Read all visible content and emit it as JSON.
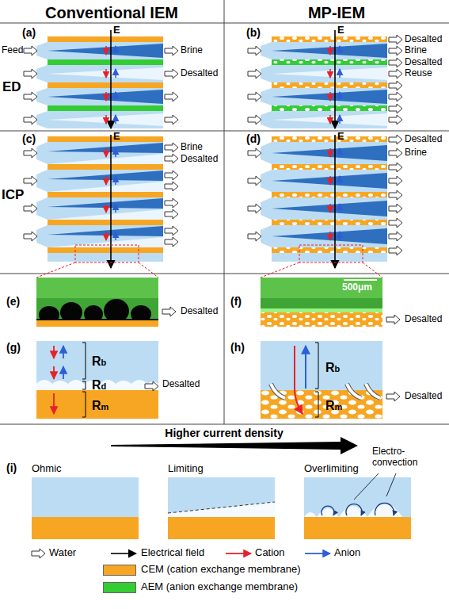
{
  "diagram": {
    "labels": [
      "Conventional IEM",
      "MP-IEM",
      "ED",
      "(a)",
      "E",
      "Feed",
      "Brine",
      "Desalted",
      "(b)",
      "E",
      "Desalted",
      "Brine",
      "Desalted",
      "Reuse",
      "ICP",
      "(c)",
      "E",
      "Brine",
      "Desalted",
      "(d)",
      "E",
      "Desalted",
      "Brine",
      "(e)",
      "Desalted",
      "(f)",
      "500μm",
      "Desalted",
      "(g)",
      "Rb",
      "Rd",
      "Rm",
      "Desalted",
      "(h)",
      "Rb",
      "Rm",
      "Desalted",
      "Higher current density",
      "(i)",
      "Ohmic",
      "Limiting",
      "Overlimiting",
      "Electro- convection"
    ],
    "legend": [
      {
        "text": "Water"
      },
      {
        "text": "Electrical field"
      },
      {
        "text": "Cation"
      },
      {
        "text": "Anion"
      },
      {
        "text": "CEM (cation exchange membrane)",
        "color": "#f7a623"
      },
      {
        "text": "AEM (anion exchange membrane)",
        "color": "#33cc33"
      }
    ]
  }
}
